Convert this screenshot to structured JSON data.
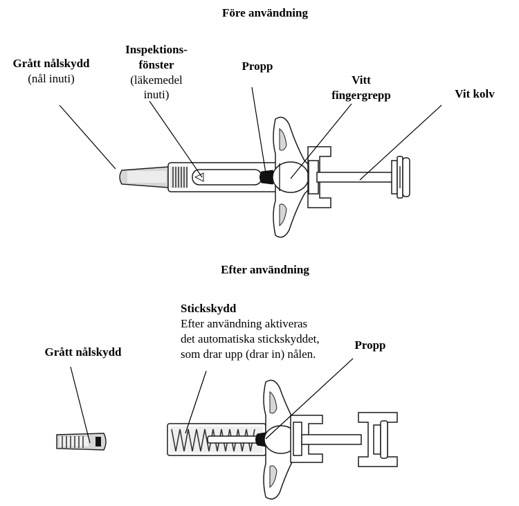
{
  "before": {
    "title": "Före användning",
    "labels": {
      "needle_cap_title": "Grått nålskydd",
      "needle_cap_note": "(nål inuti)",
      "window_title_1": "Inspektions-",
      "window_title_2": "fönster",
      "window_note_1": "(läkemedel",
      "window_note_2": "inuti)",
      "stopper": "Propp",
      "finger_grip_1": "Vitt",
      "finger_grip_2": "fingergrepp",
      "plunger": "Vit kolv"
    }
  },
  "after": {
    "title": "Efter användning",
    "labels": {
      "needle_cap_title": "Grått nålskydd",
      "guard_title": "Stickskydd",
      "guard_note_1": "Efter användning aktiveras",
      "guard_note_2": "det automatiska stickskyddet,",
      "guard_note_3": "som drar upp (drar in) nålen.",
      "stopper": "Propp"
    }
  }
}
